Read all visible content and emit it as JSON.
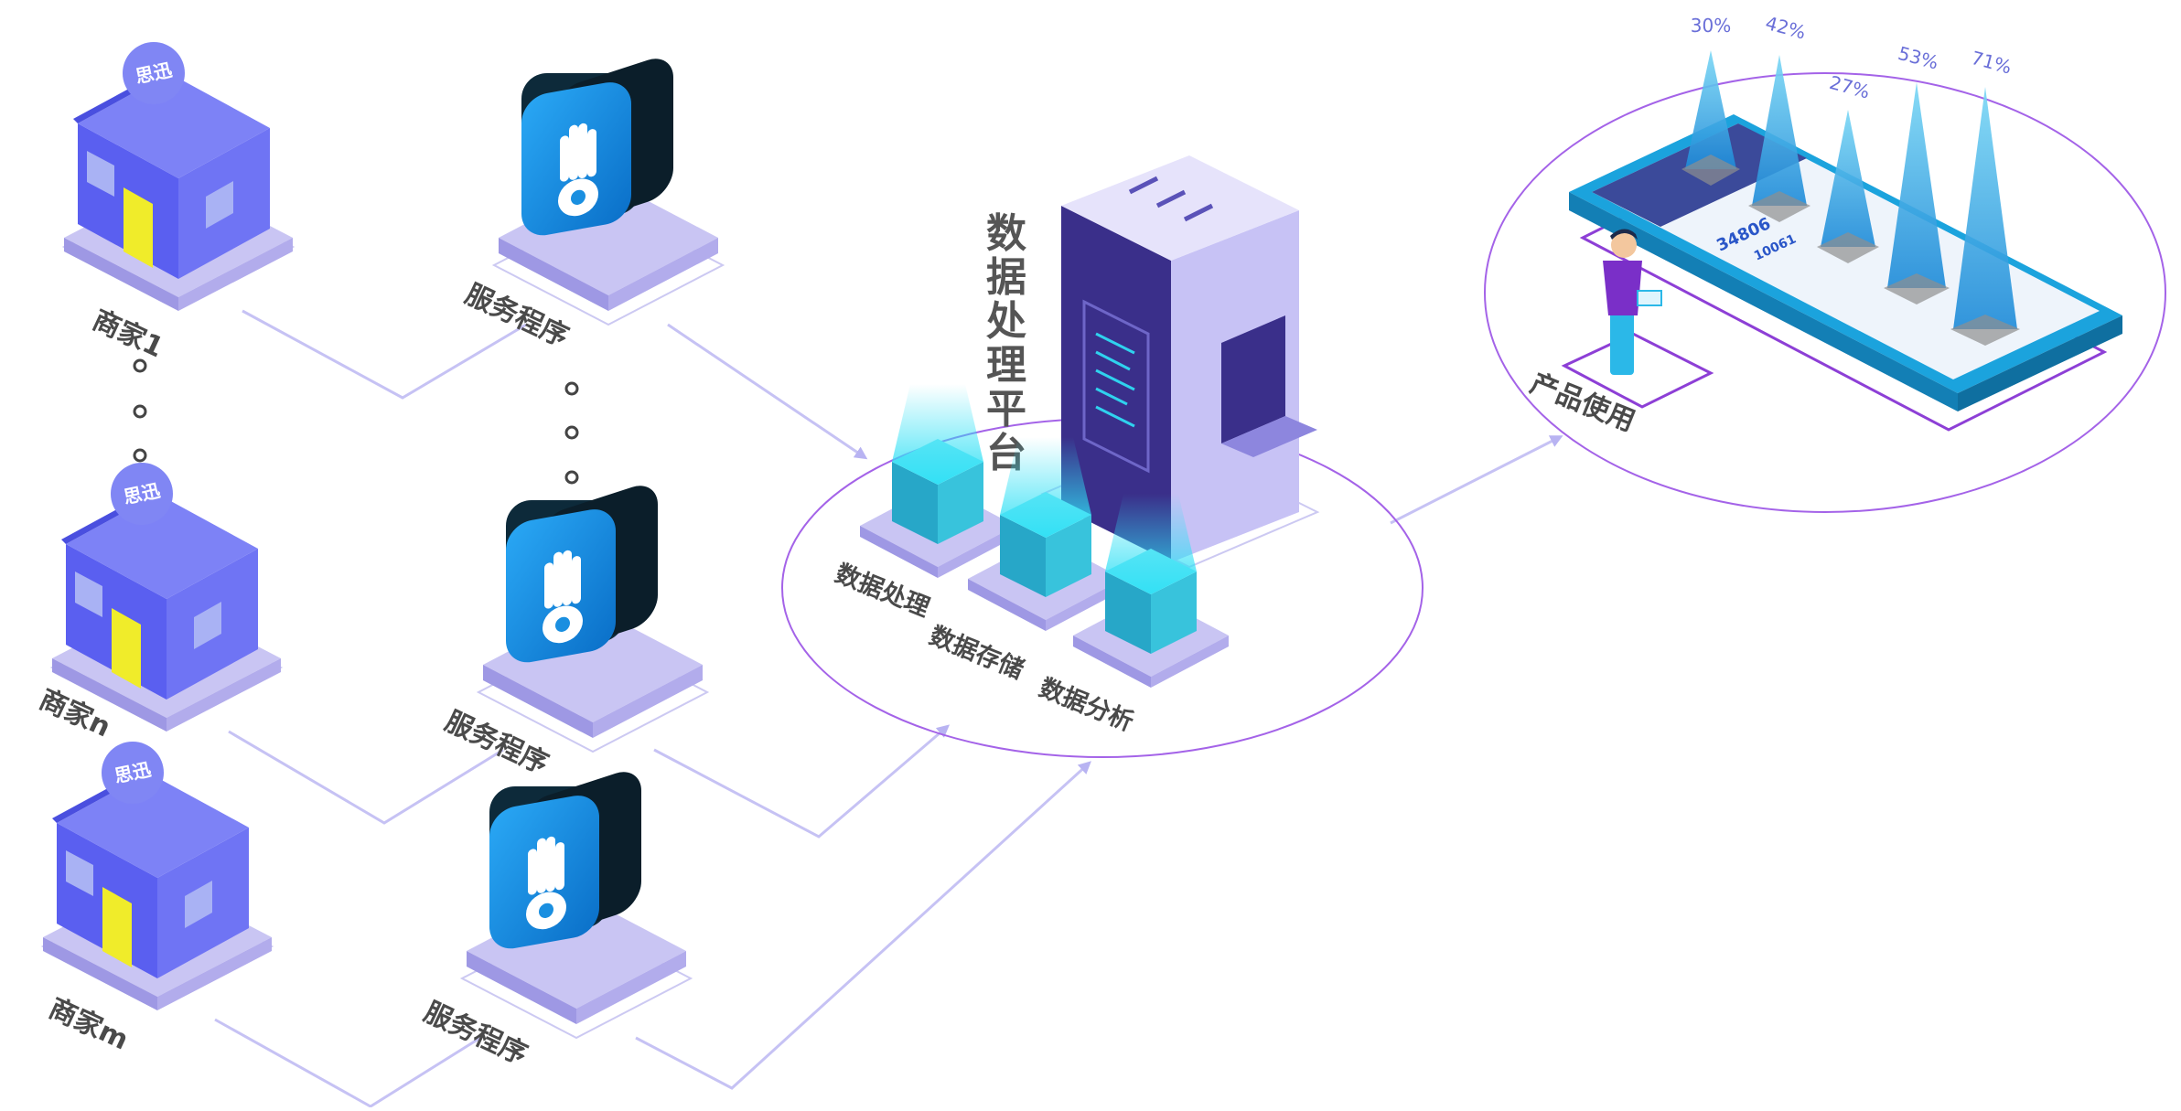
{
  "merchants": [
    {
      "name": "商家1",
      "badge": "思迅"
    },
    {
      "name": "商家n",
      "badge": "思迅"
    },
    {
      "name": "商家m",
      "badge": "思迅"
    }
  ],
  "services": [
    {
      "name": "服务程序"
    },
    {
      "name": "服务程序"
    },
    {
      "name": "服务程序"
    }
  ],
  "platform": {
    "title_chars": [
      "数",
      "据",
      "处",
      "理",
      "平",
      "台"
    ],
    "modules": [
      "数据处理",
      "数据存储",
      "数据分析"
    ]
  },
  "product": {
    "label": "产品使用",
    "percentages": [
      "30%",
      "42%",
      "27%",
      "53%",
      "71%"
    ],
    "phone_values": [
      "34806",
      "10061"
    ]
  },
  "colors": {
    "building": "#5a5ff0",
    "platform_base": "#c9c5f3",
    "connector": "#c6c2f4",
    "ellipse": "#a463e8",
    "cyan": "#2fd2ee",
    "service_icon": "#1a8fe0"
  }
}
